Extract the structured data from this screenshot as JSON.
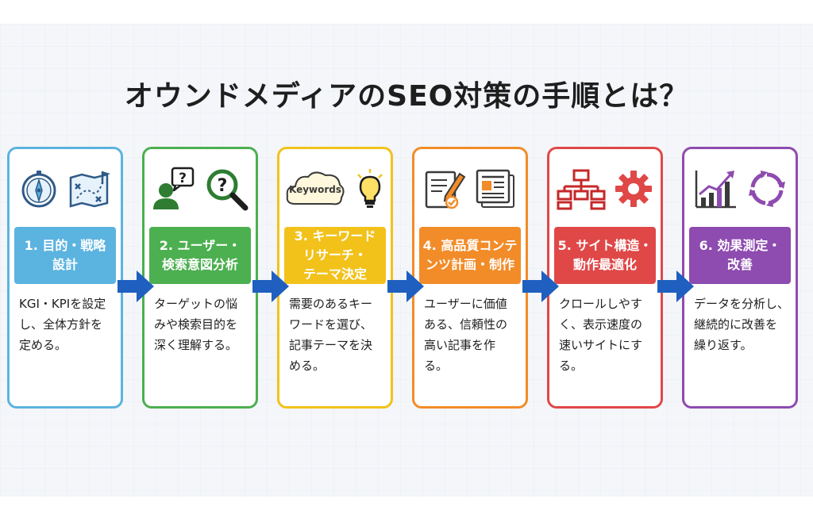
{
  "title": "オウンドメディアのSEO対策の手順とは？",
  "steps": [
    {
      "label": "1. 目的・戦略\n設計",
      "description": "KGI・KPIを設定\nし、全体方針を\n定める。",
      "color": "#5bb3e0",
      "icons": [
        "compass-icon",
        "strategy-map-icon"
      ]
    },
    {
      "label": "2. ユーザー・\n検索意図分析",
      "description": "ターゲットの悩\nみや検索目的を\n深く理解する。",
      "color": "#4caf50",
      "icons": [
        "user-question-icon",
        "magnifier-question-icon"
      ]
    },
    {
      "label": "3. キーワード\nリサーチ・\nテーマ決定",
      "description": "需要のあるキー\nワードを選び、\n記事テーマを決\nめる。",
      "color": "#f2c21b",
      "icons": [
        "keyword-cloud-icon",
        "lightbulb-icon"
      ],
      "cloud_text": "Keywords"
    },
    {
      "label": "4. 高品質コンテ\nンツ計画・制作",
      "description": "ユーザーに価値\nある、信頼性の\n高い記事を作\nる。",
      "color": "#f28c28",
      "icons": [
        "edit-document-icon",
        "article-icon"
      ]
    },
    {
      "label": "5. サイト構造・\n動作最適化",
      "description": "クロールしやす\nく、表示速度の\n速いサイトにす\nる。",
      "color": "#e04848",
      "icons": [
        "sitemap-icon",
        "gear-icon"
      ]
    },
    {
      "label": "6. 効果測定・\n改善",
      "description": "データを分析し、\n継続的に改善を\n繰り返す。",
      "color": "#8e4bb0",
      "icons": [
        "growth-chart-icon",
        "cycle-arrows-icon"
      ]
    }
  ],
  "arrow_color": "#1f5fbf"
}
